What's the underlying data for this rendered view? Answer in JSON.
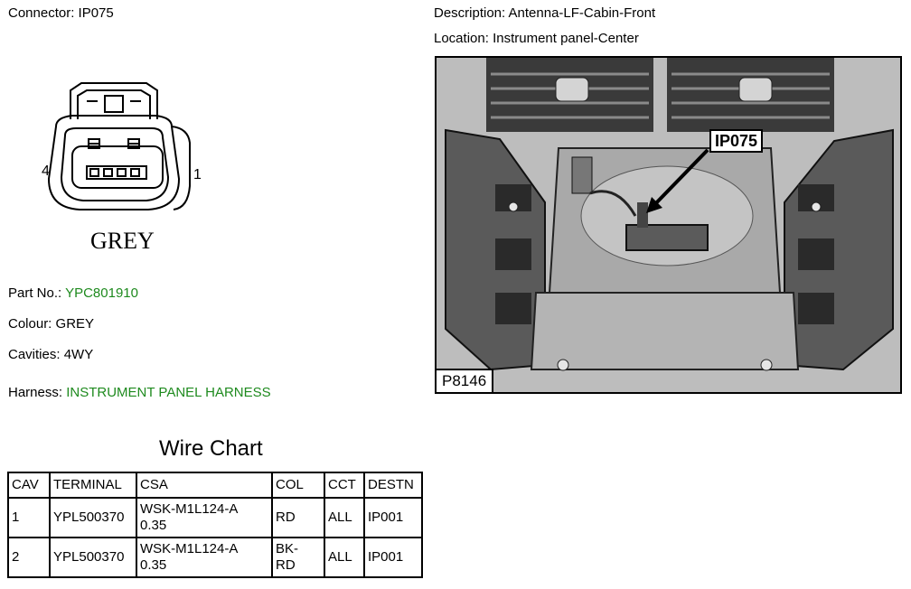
{
  "connector": {
    "label": "Connector:",
    "value": "IP075"
  },
  "description": {
    "label": "Description:",
    "value": "Antenna-LF-Cabin-Front"
  },
  "location": {
    "label": "Location:",
    "value": "Instrument panel-Center"
  },
  "drawing": {
    "pin_left": "4",
    "pin_right": "1",
    "colour_text": "GREY"
  },
  "part": {
    "label": "Part No.:",
    "value": "YPC801910"
  },
  "colour": {
    "label": "Colour:",
    "value": "GREY"
  },
  "cavities": {
    "label": "Cavities:",
    "value": "4WY"
  },
  "harness": {
    "label": "Harness:",
    "value": "INSTRUMENT PANEL HARNESS"
  },
  "photo": {
    "callout": "IP075",
    "code": "P8146"
  },
  "wire_chart": {
    "title": "Wire Chart",
    "headers": [
      "CAV",
      "TERMINAL",
      "CSA",
      "COL",
      "CCT",
      "DESTN"
    ],
    "rows": [
      {
        "cav": "1",
        "terminal": "YPL500370",
        "csa_line1": "WSK-M1L124-A",
        "csa_line2": "0.35",
        "col_line1": "RD",
        "col_line2": "",
        "cct": "ALL",
        "destn": "IP001"
      },
      {
        "cav": "2",
        "terminal": "YPL500370",
        "csa_line1": "WSK-M1L124-A",
        "csa_line2": "0.35",
        "col_line1": "BK-",
        "col_line2": "RD",
        "cct": "ALL",
        "destn": "IP001"
      }
    ]
  },
  "colors": {
    "accent_green": "#1e8a1e"
  }
}
